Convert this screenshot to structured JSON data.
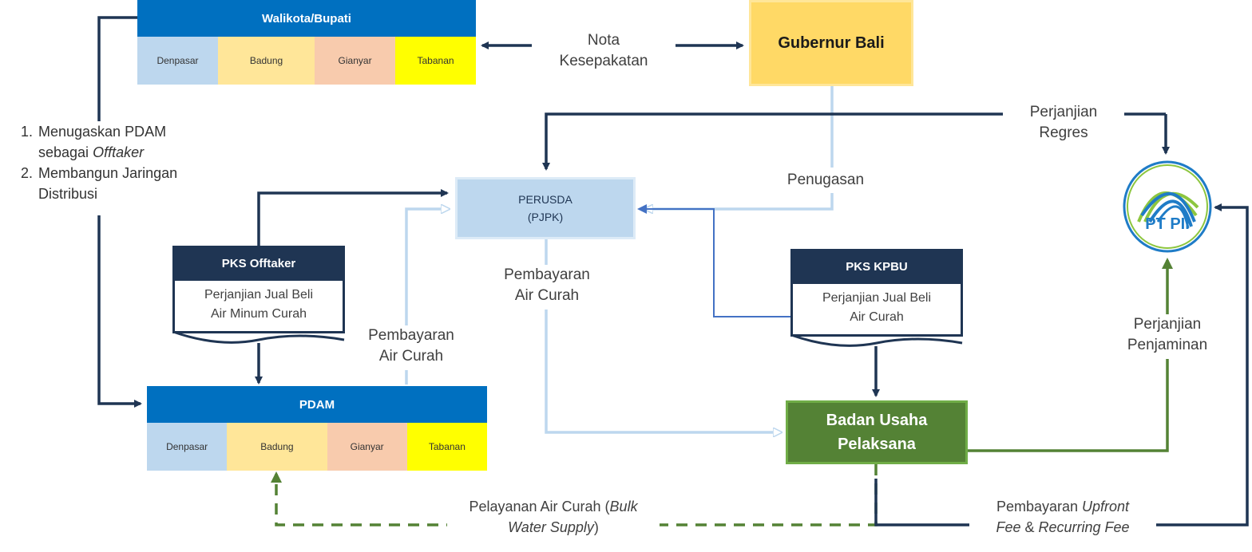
{
  "walikota": {
    "header": "Walikota/Bupati",
    "cells": [
      "Denpasar",
      "Badung",
      "Gianyar",
      "Tabanan"
    ]
  },
  "nota": [
    "Nota",
    "Kesepakatan"
  ],
  "gubernur": "Gubernur Bali",
  "tasks": {
    "item1_line1": "Menugaskan PDAM",
    "item1_line2_plain": "sebagai ",
    "item1_line2_italic": "Offtaker",
    "item2_line1": "Membangun Jaringan",
    "item2_line2": "Distribusi"
  },
  "perjanjian_regres": [
    "Perjanjian",
    "Regres"
  ],
  "penugasan": "Penugasan",
  "perusda": [
    "PERUSDA",
    "(PJPK)"
  ],
  "pks_offtaker": {
    "header": "PKS Offtaker",
    "body": [
      "Perjanjian Jual Beli",
      "Air Minum Curah"
    ]
  },
  "pembayaran_air_curah_top": [
    "Pembayaran",
    "Air Curah"
  ],
  "pembayaran_air_curah_left": [
    "Pembayaran",
    "Air Curah"
  ],
  "pks_kpbu": {
    "header": "PKS KPBU",
    "body": [
      "Perjanjian Jual Beli",
      "Air Curah"
    ]
  },
  "perjanjian_penjaminan": [
    "Perjanjian",
    "Penjaminan"
  ],
  "logo_text": "PT PII",
  "pdam": {
    "header": "PDAM",
    "cells": [
      "Denpasar",
      "Badung",
      "Gianyar",
      "Tabanan"
    ]
  },
  "badan_usaha": [
    "Badan Usaha",
    "Pelaksana"
  ],
  "pelayanan": {
    "line1_plain": "Pelayanan Air Curah (",
    "line1_italic": "Bulk",
    "line2_italic": "Water Supply",
    "line2_plain": ")"
  },
  "pembayaran_fee": {
    "line1_plain": "Pembayaran ",
    "line1_italic": "Upfront",
    "line2_italic": "Fee",
    "line2_plain": " & ",
    "line2_italic2": "Recurring Fee"
  },
  "colors": {
    "navy": "#1f3553",
    "blue_header": "#0070c0",
    "light_blue": "#bdd7ee",
    "yellow_box": "#ffd966",
    "green_box": "#548235",
    "cell_denpasar": "#bdd7ee",
    "cell_badung": "#ffe699",
    "cell_gianyar": "#f8cbad",
    "cell_tabanan": "#ffff00"
  }
}
